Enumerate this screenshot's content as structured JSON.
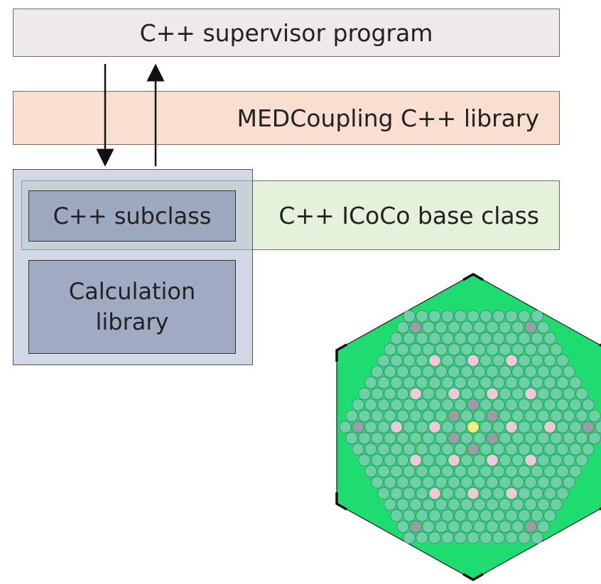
{
  "labels": {
    "supervisor": "C++ supervisor program",
    "medcoupling": "MEDCoupling C++ library",
    "icoco": "C++ ICoCo base class",
    "subclass": "C++ subclass",
    "calc_line1": "Calculation",
    "calc_line2": "library"
  },
  "colors": {
    "supervisor_fill": "#efe9ee",
    "medcoupling_fill": "#f8dfcf",
    "icoco_fill": "#e6f1dc",
    "assembly_background": "#1fdc70",
    "fuel_pin": "#6fcfa6",
    "guide_tube": "#f0c8dc",
    "instrument_tube": "#f2f07a",
    "absorber_pin": "#9c9ca6"
  }
}
